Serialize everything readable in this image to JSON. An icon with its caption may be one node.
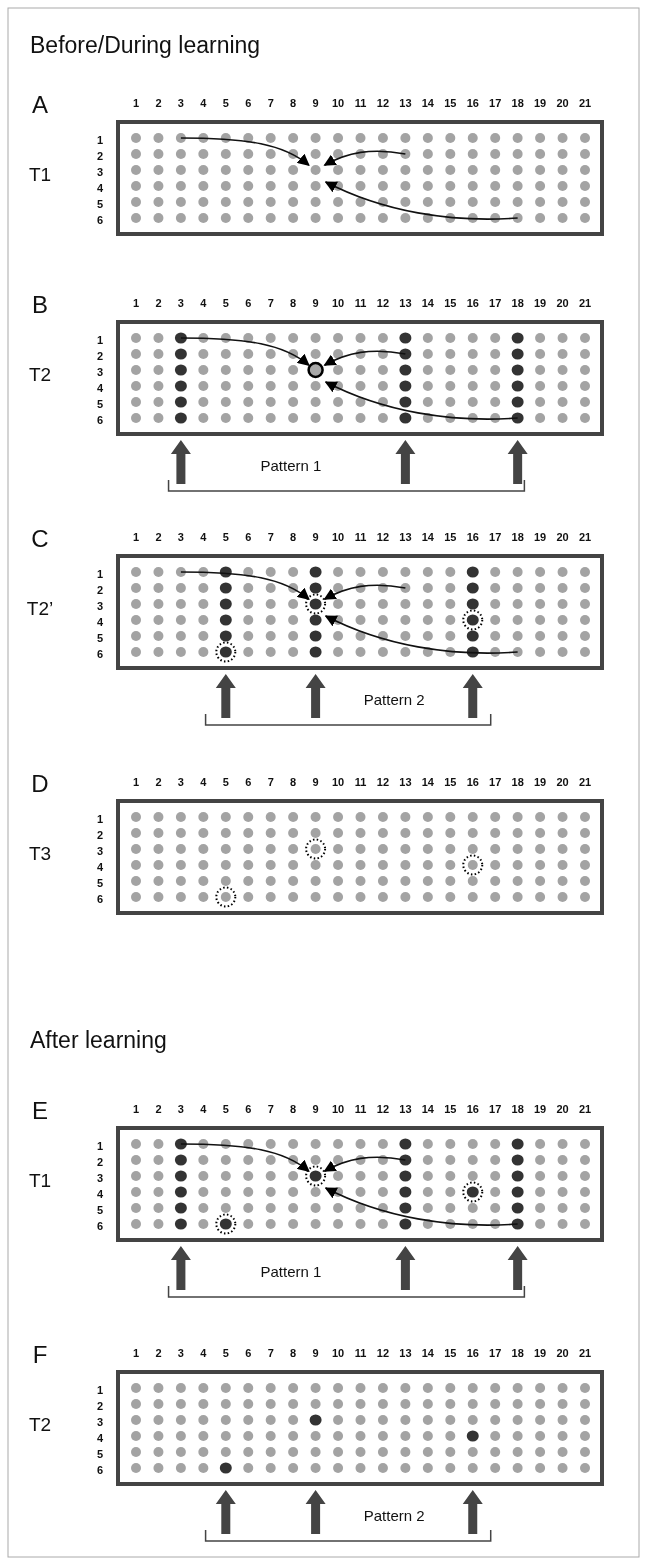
{
  "diagram": {
    "labels": [
      "Before/During learning",
      "A",
      "1",
      "2",
      "3",
      "4",
      "5",
      "6",
      "7",
      "8",
      "9",
      "10",
      "11",
      "12",
      "13",
      "14",
      "15",
      "16",
      "17",
      "18",
      "19",
      "20",
      "21",
      "T1",
      "1",
      "2",
      "3",
      "4",
      "5",
      "6",
      "B",
      "1",
      "2",
      "3",
      "4",
      "5",
      "6",
      "7",
      "8",
      "9",
      "10",
      "11",
      "12",
      "13",
      "14",
      "15",
      "16",
      "17",
      "18",
      "19",
      "20",
      "21",
      "T2",
      "1",
      "2",
      "3",
      "4",
      "5",
      "6",
      "Pattern 1",
      "C",
      "1",
      "2",
      "3",
      "4",
      "5",
      "6",
      "7",
      "8",
      "9",
      "10",
      "11",
      "12",
      "13",
      "14",
      "15",
      "16",
      "17",
      "18",
      "19",
      "20",
      "21",
      "T2’",
      "1",
      "2",
      "3",
      "4",
      "5",
      "6",
      "Pattern 2",
      "D",
      "1",
      "2",
      "3",
      "4",
      "5",
      "6",
      "7",
      "8",
      "9",
      "10",
      "11",
      "12",
      "13",
      "14",
      "15",
      "16",
      "17",
      "18",
      "19",
      "20",
      "21",
      "T3",
      "1",
      "2",
      "3",
      "4",
      "5",
      "6",
      "After learning",
      "E",
      "1",
      "2",
      "3",
      "4",
      "5",
      "6",
      "7",
      "8",
      "9",
      "10",
      "11",
      "12",
      "13",
      "14",
      "15",
      "16",
      "17",
      "18",
      "19",
      "20",
      "21",
      "T1",
      "1",
      "2",
      "3",
      "4",
      "5",
      "6",
      "Pattern 1",
      "F",
      "1",
      "2",
      "3",
      "4",
      "5",
      "6",
      "7",
      "8",
      "9",
      "10",
      "11",
      "12",
      "13",
      "14",
      "15",
      "16",
      "17",
      "18",
      "19",
      "20",
      "21",
      "T2",
      "1",
      "2",
      "3",
      "4",
      "5",
      "6",
      "Pattern 2"
    ]
  }
}
